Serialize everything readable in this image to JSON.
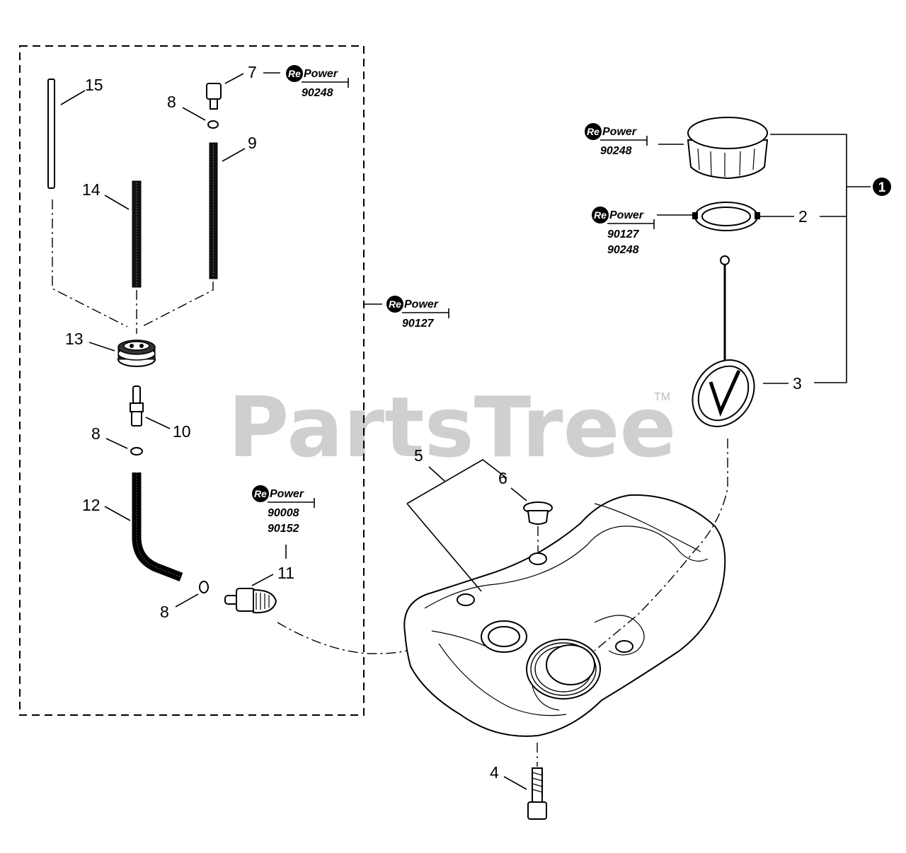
{
  "watermark": {
    "text": "PartsTree",
    "tm": "TM"
  },
  "repower": {
    "re": "Re",
    "power": "Power"
  },
  "callouts": [
    {
      "id": "c15",
      "label": "15"
    },
    {
      "id": "c7",
      "label": "7"
    },
    {
      "id": "c8a",
      "label": "8"
    },
    {
      "id": "c9",
      "label": "9"
    },
    {
      "id": "c14",
      "label": "14"
    },
    {
      "id": "c13",
      "label": "13"
    },
    {
      "id": "c10",
      "label": "10"
    },
    {
      "id": "c8b",
      "label": "8"
    },
    {
      "id": "c12",
      "label": "12"
    },
    {
      "id": "c8c",
      "label": "8"
    },
    {
      "id": "c11",
      "label": "11"
    },
    {
      "id": "c5",
      "label": "5"
    },
    {
      "id": "c6",
      "label": "6"
    },
    {
      "id": "c4",
      "label": "4"
    },
    {
      "id": "c2",
      "label": "2"
    },
    {
      "id": "c3",
      "label": "3"
    },
    {
      "id": "c1",
      "label": "1"
    }
  ],
  "repower_badges": [
    {
      "id": "rp-7",
      "codes": [
        "90248"
      ]
    },
    {
      "id": "rp-cap",
      "codes": [
        "90248"
      ]
    },
    {
      "id": "rp-2",
      "codes": [
        "90127",
        "90248"
      ]
    },
    {
      "id": "rp-kit",
      "codes": [
        "90127"
      ]
    },
    {
      "id": "rp-11",
      "codes": [
        "90008",
        "90152"
      ]
    }
  ]
}
